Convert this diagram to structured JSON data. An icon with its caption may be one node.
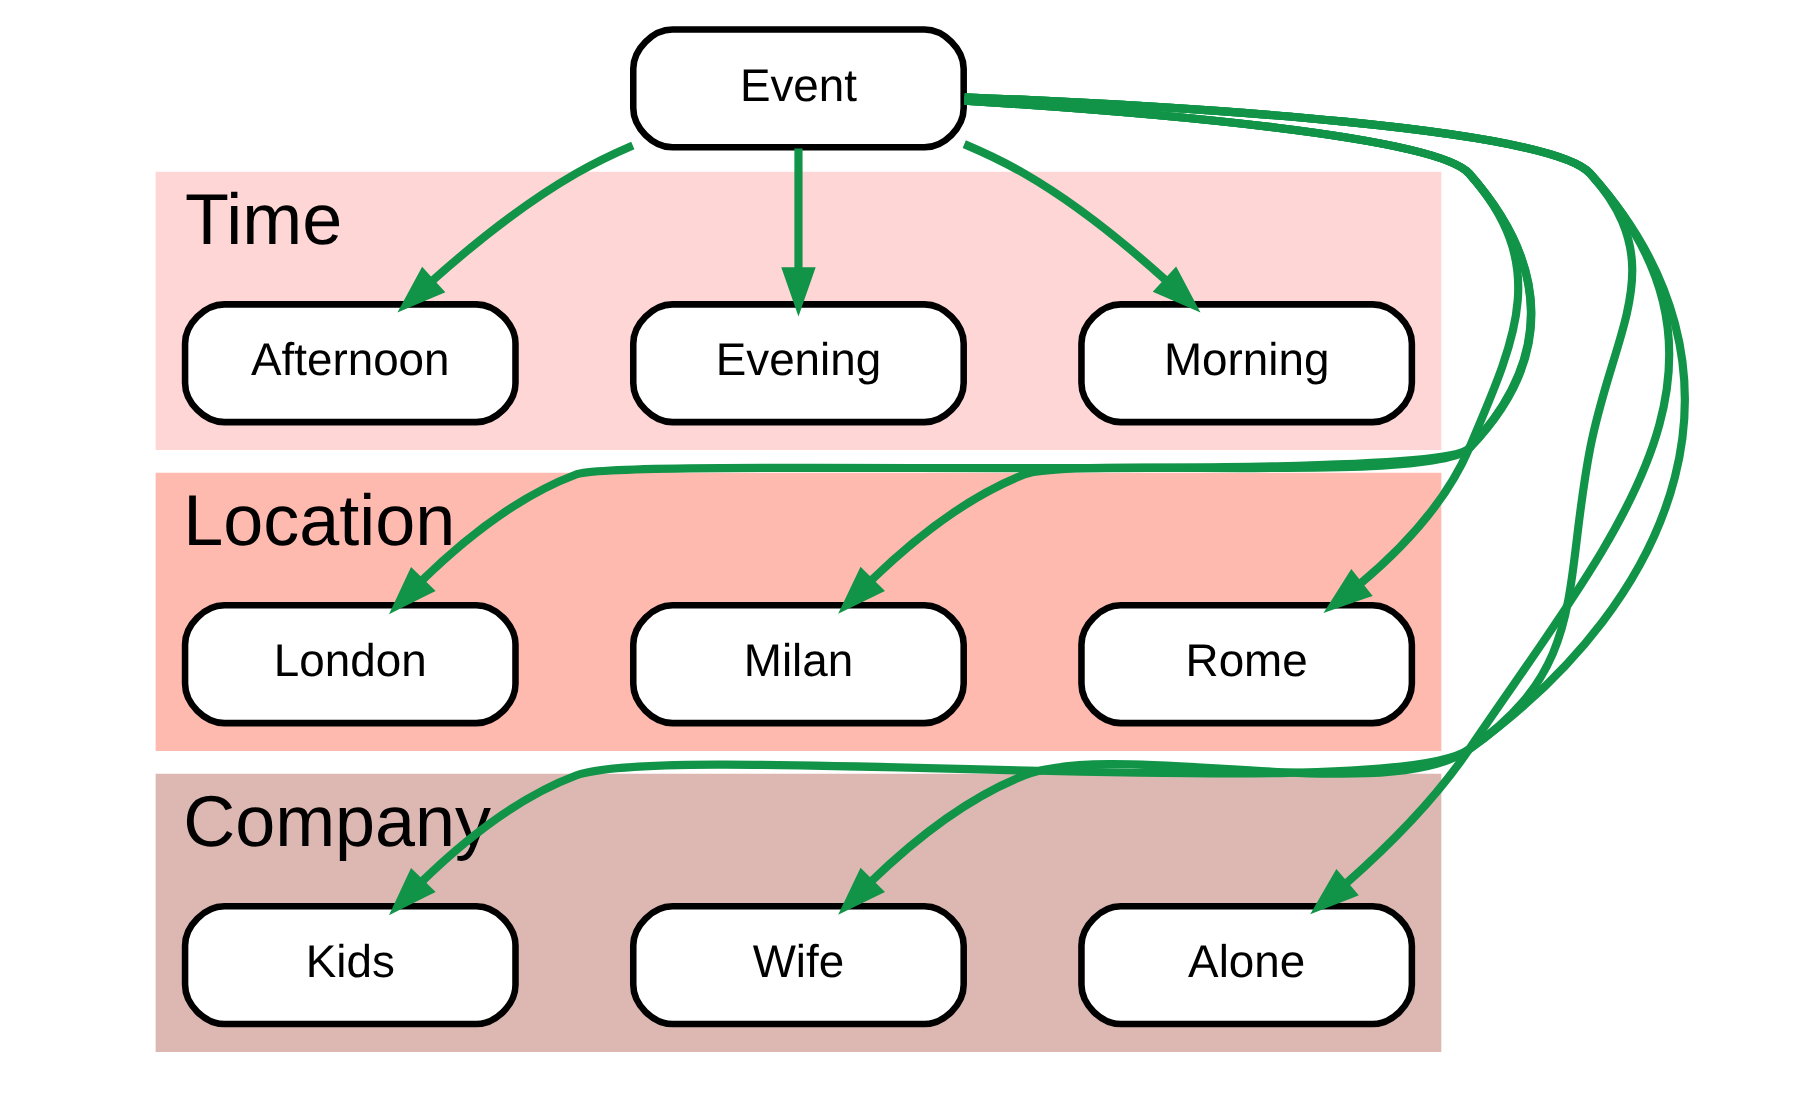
{
  "diagram": {
    "nodes": [
      {
        "text": [
          "Event"
        ]
      },
      {
        "text": [
          "Time"
        ]
      },
      {
        "text": [
          "Morning"
        ],
        "in": 1
      },
      {
        "text": [
          "Evening"
        ],
        "in": 1
      },
      {
        "text": [
          "Afternoon"
        ],
        "in": 1
      },
      {
        "text": [
          "Location"
        ]
      },
      {
        "text": [
          "Rome"
        ],
        "in": 5
      },
      {
        "text": [
          "Milan"
        ],
        "in": 5
      },
      {
        "text": [
          "London"
        ],
        "in": 5
      },
      {
        "text": [
          "Company"
        ]
      },
      {
        "text": [
          "Alone"
        ],
        "in": 9
      },
      {
        "text": [
          "Wife"
        ],
        "in": 9
      },
      {
        "text": [
          "Kids"
        ],
        "in": 9
      }
    ],
    "edges": [
      {
        "from": 0,
        "to": 2,
        "arrow": "to"
      },
      {
        "from": 0,
        "to": 3,
        "arrow": "to"
      },
      {
        "from": 0,
        "to": 4,
        "arrow": "to"
      },
      {
        "from": 0,
        "to": 6,
        "arrow": "to"
      },
      {
        "from": 0,
        "to": 7,
        "arrow": "to"
      },
      {
        "from": 0,
        "to": 8,
        "arrow": "to"
      },
      {
        "from": 0,
        "to": 10,
        "arrow": "to"
      },
      {
        "from": 0,
        "to": 11,
        "arrow": "to"
      },
      {
        "from": 0,
        "to": 12,
        "arrow": "to"
      }
    ]
  }
}
